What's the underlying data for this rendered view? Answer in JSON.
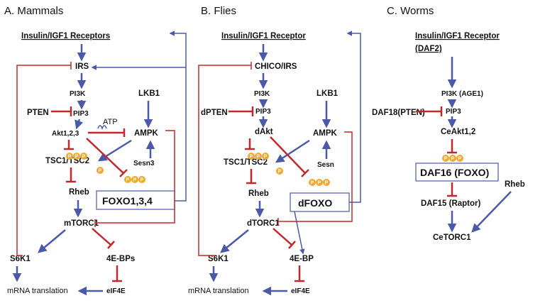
{
  "panels": {
    "mammals": {
      "title": "A. Mammals",
      "receptor": "Insulin/IGF1 Receptors",
      "irs": "IRS",
      "pi3k": "PI3K",
      "pten": "PTEN",
      "pip3": "PIP3",
      "akt": "Akt1,2,3",
      "atp": "ATP",
      "lkb1": "LKB1",
      "ampk": "AMPK",
      "tsc": "TSC1/TSC2",
      "sesn": "Sesn3",
      "rheb": "Rheb",
      "foxo": "FOXO1,3,4",
      "mtorc1": "mTORC1",
      "s6k1": "S6K1",
      "ebp": "4E-BPs",
      "eif4e": "eIF4E",
      "translation": "mRNA translation"
    },
    "flies": {
      "title": "B. Flies",
      "receptor": "Insulin/IGF1 Receptor",
      "irs": "CHICO/IRS",
      "pi3k": "PI3K",
      "pten": "dPTEN",
      "pip3": "PIP3",
      "akt": "dAkt",
      "lkb1": "LKB1",
      "ampk": "AMPK",
      "tsc": "TSC1/TSC2",
      "sesn": "Sesn",
      "rheb": "Rheb",
      "foxo": "dFOXO",
      "torc1": "dTORC1",
      "s6k1": "S6K1",
      "ebp": "4E-BP",
      "eif4e": "eIF4E",
      "translation": "mRNA translation"
    },
    "worms": {
      "title": "C. Worms",
      "receptor_line1": "Insulin/IGF1 Receptor",
      "receptor_line2": "(DAF2)",
      "pi3k": "PI3K (AGE1)",
      "pten": "DAF18(PTEN)",
      "pip3": "PIP3",
      "akt": "CeAkt1,2",
      "foxo": "DAF16 (FOXO)",
      "rheb": "Rheb",
      "raptor": "DAF15 (Raptor)",
      "torc1": "CeTORC1"
    }
  },
  "phospho_label": "P",
  "colors": {
    "activation": "#4a5aa8",
    "inhibition": "#c0282d",
    "phospho": "#f0a830",
    "box_border": "#4a5aa8"
  }
}
